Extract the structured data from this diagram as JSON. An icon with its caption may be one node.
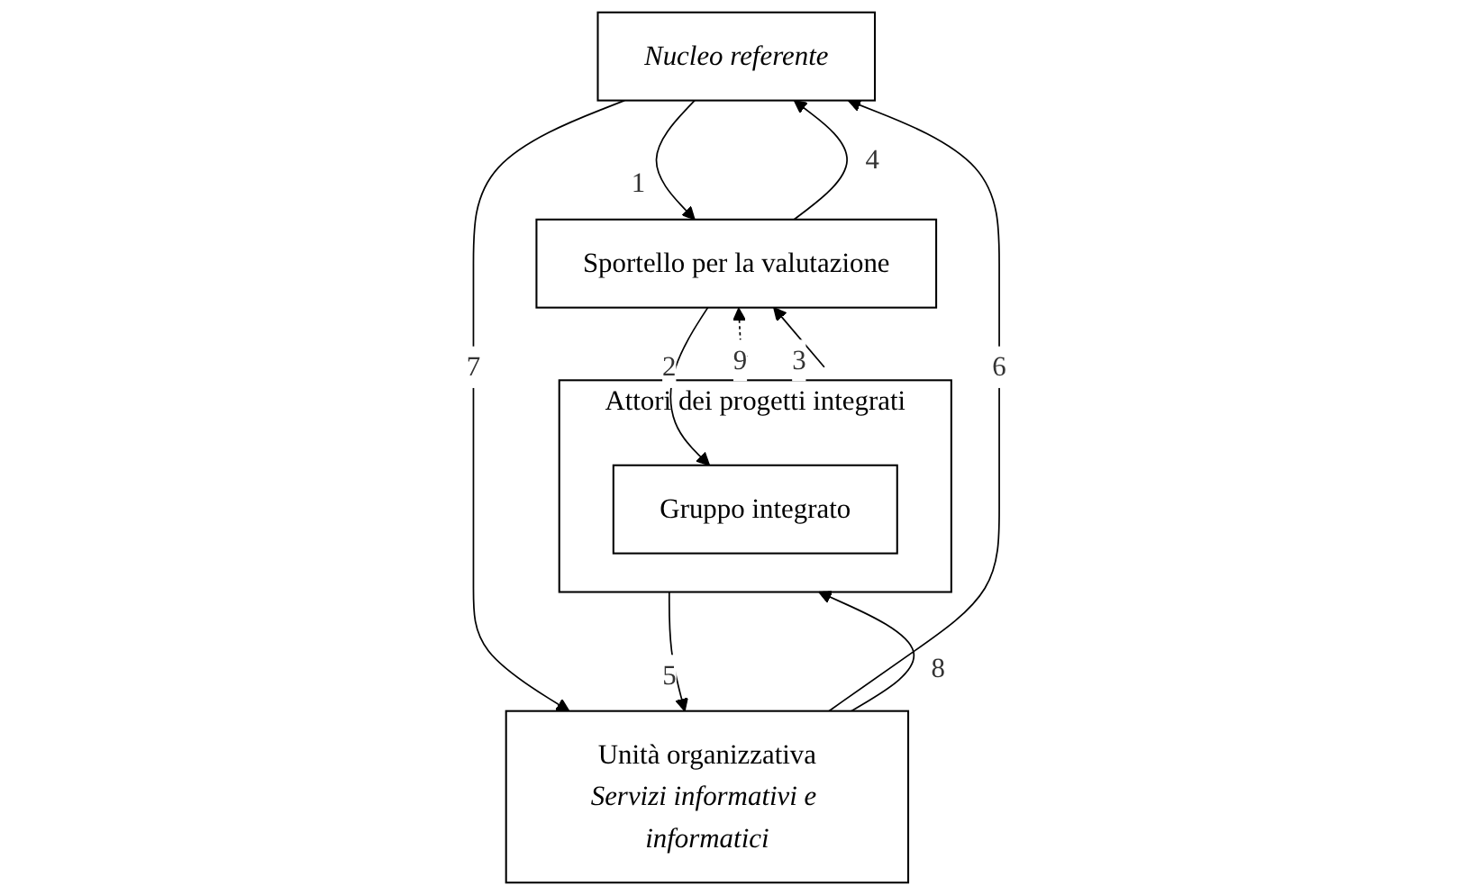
{
  "diagram": {
    "nodes": [
      {
        "text": [
          "Nucleo referente"
        ]
      },
      {
        "text": [
          "Sportello per la valutazione"
        ]
      },
      {
        "text": [
          "Unità organizzativa",
          "Servizi informativi e informatici"
        ]
      },
      {
        "text": [
          "Attori dei progetti integrati"
        ]
      },
      {
        "text": [
          "Gruppo integrato"
        ],
        "in": 3
      }
    ],
    "edges": [
      {
        "from": 0,
        "to": 1,
        "arrow": "to",
        "label": "1"
      },
      {
        "from": 1,
        "to": 4,
        "arrow": "to",
        "label": "2"
      },
      {
        "from": 3,
        "to": 1,
        "arrow": "to",
        "label": "3"
      },
      {
        "from": 1,
        "to": 0,
        "arrow": "to",
        "label": "4"
      },
      {
        "from": 3,
        "to": 2,
        "arrow": "to",
        "label": "5"
      },
      {
        "from": 2,
        "to": 0,
        "arrow": "to",
        "label": "6"
      },
      {
        "from": 0,
        "to": 2,
        "arrow": "to",
        "label": "7"
      },
      {
        "from": 2,
        "to": 3,
        "arrow": "to",
        "label": "8"
      },
      {
        "from": 1,
        "to": 3,
        "arrow": "both",
        "label": "9",
        "style": "dashed"
      }
    ]
  }
}
